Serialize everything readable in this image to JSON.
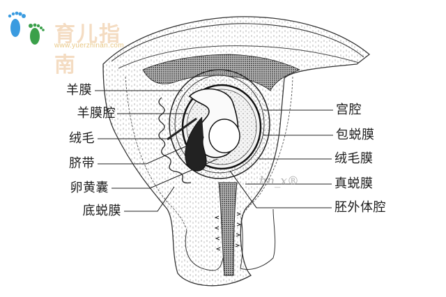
{
  "watermark": {
    "site_name": "育儿指南",
    "url": "www.yuerzhinan.com",
    "signature": "hn_x",
    "signature_mark": "®",
    "logo_icon": "footprints-icon",
    "colors": {
      "foot_left": "#3a9be0",
      "foot_right": "#3aa04a",
      "title": "#f3d6b8",
      "url": "#e8c785"
    }
  },
  "diagram": {
    "subject": "妊娠子宫与胎膜示意图",
    "labels_left": [
      {
        "text": "羊膜"
      },
      {
        "text": "羊膜腔"
      },
      {
        "text": "绒毛"
      },
      {
        "text": "脐带"
      },
      {
        "text": "卵黄囊"
      },
      {
        "text": "底蜕膜"
      }
    ],
    "labels_right": [
      {
        "text": "宫腔"
      },
      {
        "text": "包蜕膜"
      },
      {
        "text": "绒毛膜"
      },
      {
        "text": "真蜕膜"
      },
      {
        "text": "胚外体腔"
      }
    ]
  }
}
